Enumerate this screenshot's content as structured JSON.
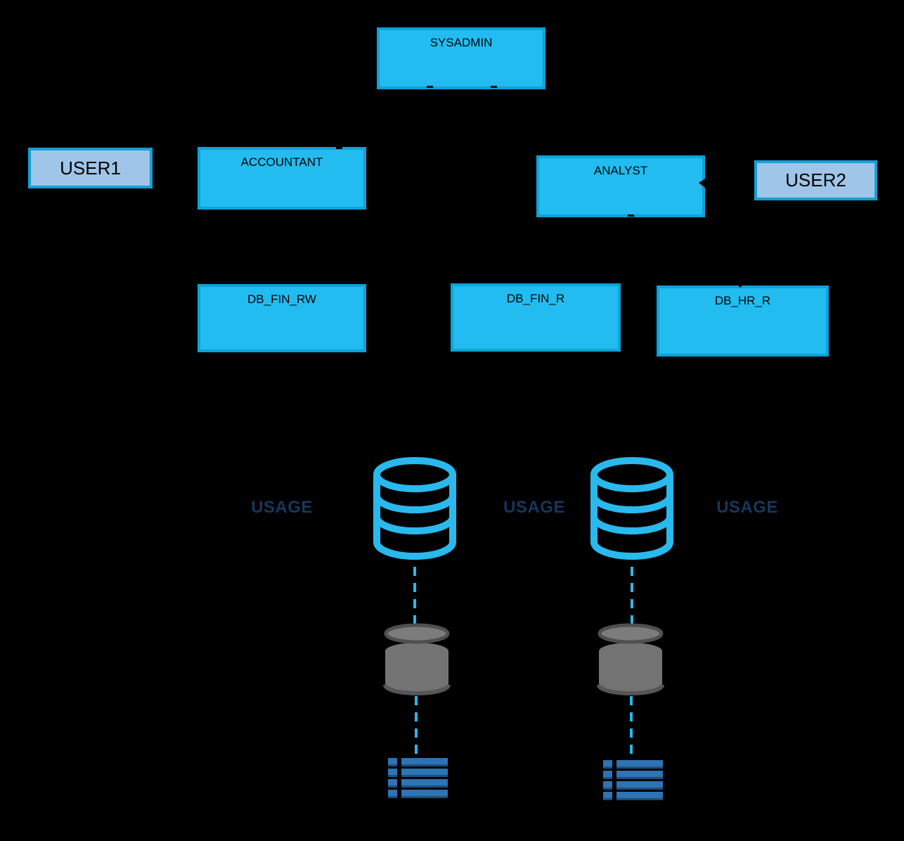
{
  "nodes": {
    "sysadmin": {
      "label": "SYSADMIN"
    },
    "user1": {
      "label": "USER1"
    },
    "accountant": {
      "label": "ACCOUNTANT"
    },
    "analyst": {
      "label": "ANALYST"
    },
    "user2": {
      "label": "USER2"
    },
    "db_fin_rw": {
      "label": "DB_FIN_RW"
    },
    "db_fin_r": {
      "label": "DB_FIN_R"
    },
    "db_hr_r": {
      "label": "DB_HR_R"
    }
  },
  "edge_labels": {
    "usage_1": "USAGE",
    "usage_2": "USAGE",
    "usage_3": "USAGE"
  },
  "icons": {
    "database_1": "database-cylinder-icon",
    "database_2": "database-cylinder-icon",
    "schema_1": "schema-cylinder-icon",
    "schema_2": "schema-cylinder-icon",
    "table_1": "table-icon",
    "table_2": "table-icon"
  },
  "colors": {
    "background": "#000000",
    "role_box_fill": "#22bcf0",
    "role_box_border": "#0da2d8",
    "user_box_fill": "#9fc5e8",
    "user_box_border": "#14a0d6",
    "usage_label_text": "#17365d",
    "dashed_connector": "#29b9ec",
    "database_icon_stroke": "#29b9ec",
    "schema_cylinder_gray": "#737373",
    "table_icon_blue": "#2e74b5",
    "table_icon_shade": "#1f4e79"
  }
}
